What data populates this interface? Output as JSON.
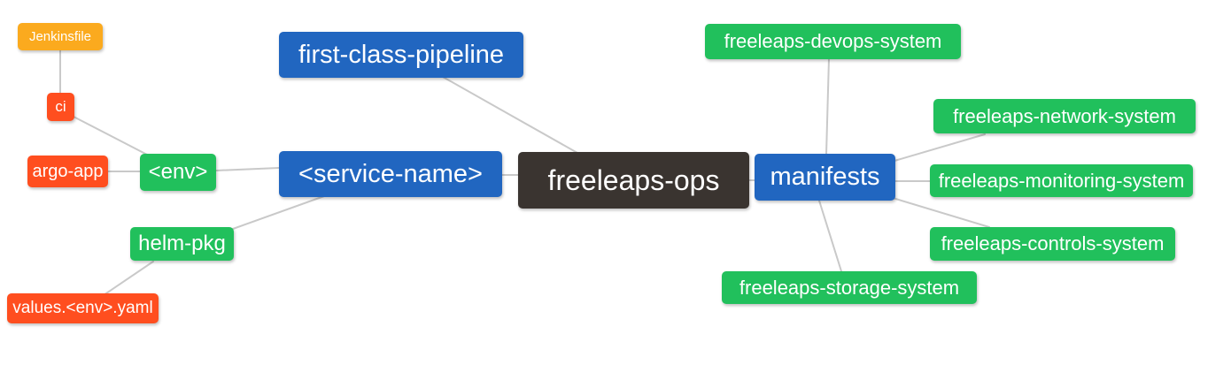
{
  "diagram": {
    "type": "mindmap",
    "root": "freeleaps-ops"
  },
  "nodes": {
    "jenkinsfile": {
      "label": "Jenkinsfile",
      "color": "orange"
    },
    "ci": {
      "label": "ci",
      "color": "red"
    },
    "argo_app": {
      "label": "argo-app",
      "color": "red"
    },
    "env": {
      "label": "<env>",
      "color": "green"
    },
    "helm_pkg": {
      "label": "helm-pkg",
      "color": "green"
    },
    "values_env_yaml": {
      "label": "values.<env>.yaml",
      "color": "red"
    },
    "first_class_pipeline": {
      "label": "first-class-pipeline",
      "color": "blue"
    },
    "service_name": {
      "label": "<service-name>",
      "color": "blue"
    },
    "freeleaps_ops": {
      "label": "freeleaps-ops",
      "color": "dark"
    },
    "manifests": {
      "label": "manifests",
      "color": "blue"
    },
    "devops_system": {
      "label": "freeleaps-devops-system",
      "color": "green"
    },
    "network_system": {
      "label": "freeleaps-network-system",
      "color": "green"
    },
    "monitoring_system": {
      "label": "freeleaps-monitoring-system",
      "color": "green"
    },
    "controls_system": {
      "label": "freeleaps-controls-system",
      "color": "green"
    },
    "storage_system": {
      "label": "freeleaps-storage-system",
      "color": "green"
    }
  },
  "edges": [
    {
      "from": "ci",
      "to": "jenkinsfile"
    },
    {
      "from": "env",
      "to": "ci"
    },
    {
      "from": "env",
      "to": "argo_app"
    },
    {
      "from": "service_name",
      "to": "env"
    },
    {
      "from": "service_name",
      "to": "helm_pkg"
    },
    {
      "from": "helm_pkg",
      "to": "values_env_yaml"
    },
    {
      "from": "freeleaps_ops",
      "to": "first_class_pipeline"
    },
    {
      "from": "freeleaps_ops",
      "to": "service_name"
    },
    {
      "from": "freeleaps_ops",
      "to": "manifests"
    },
    {
      "from": "manifests",
      "to": "devops_system"
    },
    {
      "from": "manifests",
      "to": "network_system"
    },
    {
      "from": "manifests",
      "to": "monitoring_system"
    },
    {
      "from": "manifests",
      "to": "controls_system"
    },
    {
      "from": "manifests",
      "to": "storage_system"
    }
  ],
  "colors": {
    "blue": "#2166c0",
    "green": "#21c05c",
    "red": "#ff4e1f",
    "orange": "#fbaa1e",
    "dark": "#3a3430",
    "edge": "#c9c9c9",
    "background": "#ffffff",
    "text": "#ffffff"
  }
}
